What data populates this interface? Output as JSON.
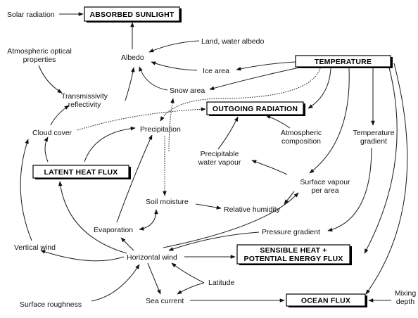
{
  "colors": {
    "ink": "#111111",
    "background": "#ffffff"
  },
  "boxes": {
    "absorbed_sunlight": "ABSORBED SUNLIGHT",
    "temperature": "TEMPERATURE",
    "outgoing_radiation": "OUTGOING RADIATION",
    "latent_heat_flux": "LATENT HEAT FLUX",
    "sensible_heat_line1": "SENSIBLE HEAT +",
    "sensible_heat_line2": "POTENTIAL ENERGY FLUX",
    "ocean_flux": "OCEAN FLUX"
  },
  "nodes": {
    "solar_radiation": "Solar radiation",
    "albedo": "Albedo",
    "land_water_albedo": "Land, water albedo",
    "atmospheric_optical_line1": "Atmospheric optical",
    "atmospheric_optical_line2": "properties",
    "ice_area": "Ice area",
    "transmissivity_line1": "Transmissivity",
    "transmissivity_line2": "reflectivity",
    "snow_area": "Snow area",
    "cloud_cover": "Cloud cover",
    "precipitation": "Precipitation",
    "atmospheric_composition_line1": "Atmospheric",
    "atmospheric_composition_line2": "composition",
    "temperature_gradient_line1": "Temperature",
    "temperature_gradient_line2": "gradient",
    "precipitable_line1": "Precipitable",
    "precipitable_line2": "water vapour",
    "surface_vapour_line1": "Surface vapour",
    "surface_vapour_line2": "per area",
    "soil_moisture": "Soil moisture",
    "relative_humidity": "Relative humidity",
    "evaporation": "Evaporation",
    "pressure_gradient": "Pressure gradient",
    "vertical_wind": "Vertical wind",
    "horizontal_wind": "Horizontal wind",
    "latitude": "Latitude",
    "surface_roughness": "Surface roughness",
    "sea_current": "Sea current",
    "mixing_line1": "Mixing",
    "mixing_line2": "depth"
  }
}
